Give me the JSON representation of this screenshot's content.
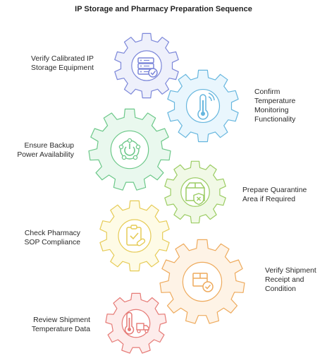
{
  "title": "IP Storage and Pharmacy Preparation Sequence",
  "steps": [
    {
      "lines": [
        "Verify Calibrated IP",
        "Storage Equipment"
      ],
      "icon": "server-check-icon",
      "fill": "#eef0fb",
      "stroke": "#7b86d9"
    },
    {
      "lines": [
        "Confirm",
        "Temperature",
        "Monitoring",
        "Functionality"
      ],
      "icon": "thermometer-signal-icon",
      "fill": "#e9f6fd",
      "stroke": "#66b6de"
    },
    {
      "lines": [
        "Ensure Backup",
        "Power Availability"
      ],
      "icon": "power-cycle-icon",
      "fill": "#e9f8ee",
      "stroke": "#6cc889"
    },
    {
      "lines": [
        "Prepare Quarantine",
        "Area if Required"
      ],
      "icon": "quarantine-box-icon",
      "fill": "#f1f9e6",
      "stroke": "#9bcc63"
    },
    {
      "lines": [
        "Check Pharmacy",
        "SOP Compliance"
      ],
      "icon": "clipboard-check-icon",
      "fill": "#fefbe6",
      "stroke": "#e6cb56"
    },
    {
      "lines": [
        "Verify Shipment",
        "Receipt and",
        "Condition"
      ],
      "icon": "package-check-icon",
      "fill": "#fef3e6",
      "stroke": "#eeaa5c"
    },
    {
      "lines": [
        "Review Shipment",
        "Temperature Data"
      ],
      "icon": "thermometer-truck-icon",
      "fill": "#fdeceb",
      "stroke": "#e67a76"
    }
  ]
}
